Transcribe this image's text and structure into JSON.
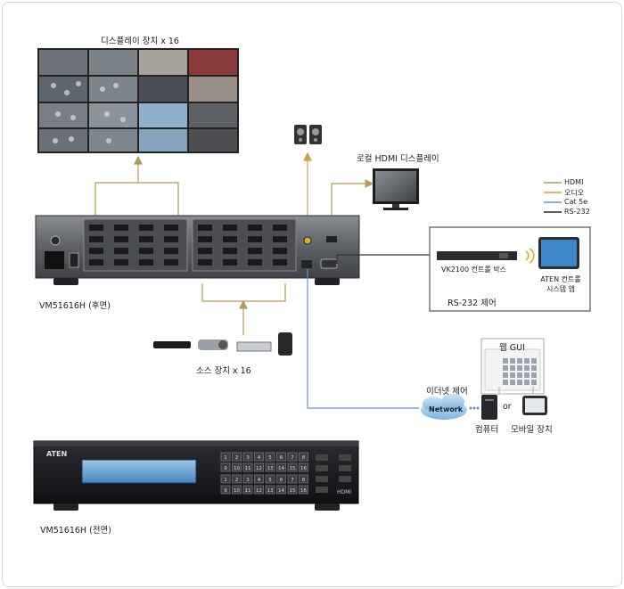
{
  "labels": {
    "display_wall": "디스플레이 장치 x 16",
    "local_display": "로컬 HDMI 디스플레이",
    "rear_unit": "VM51616H (후면)",
    "front_unit": "VM51616H (전면)",
    "sources": "소스 장치 x 16",
    "rs232_control": "RS-232 제어",
    "vk2100": "VK2100 컨트롤 박스",
    "aten_app": "ATEN 컨트롤\n시스템 앱",
    "aten_app_l1": "ATEN 컨트롤",
    "aten_app_l2": "시스템 앱",
    "web_gui": "웹 GUI",
    "ethernet_control": "이더넷 제어",
    "network": "Network",
    "or": "or",
    "computer": "컴퓨터",
    "mobile": "모바일 장치",
    "aten_logo": "ATEN",
    "hdmi_badge": "HDMI"
  },
  "legend": [
    {
      "label": "HDMI",
      "color": "#b49b5c"
    },
    {
      "label": "오디오",
      "color": "#c8a24a"
    },
    {
      "label": "Cat 5e",
      "color": "#6a8fc8"
    },
    {
      "label": "RS-232",
      "color": "#222222"
    }
  ],
  "front_keys_row1": [
    "1",
    "2",
    "3",
    "4",
    "5",
    "6",
    "7",
    "8"
  ],
  "front_keys_row2": [
    "9",
    "10",
    "11",
    "12",
    "13",
    "14",
    "15",
    "16"
  ],
  "colors": {
    "hdmi": "#b49b5c",
    "cat5e": "#6a8fc8",
    "rs232": "#333333"
  }
}
